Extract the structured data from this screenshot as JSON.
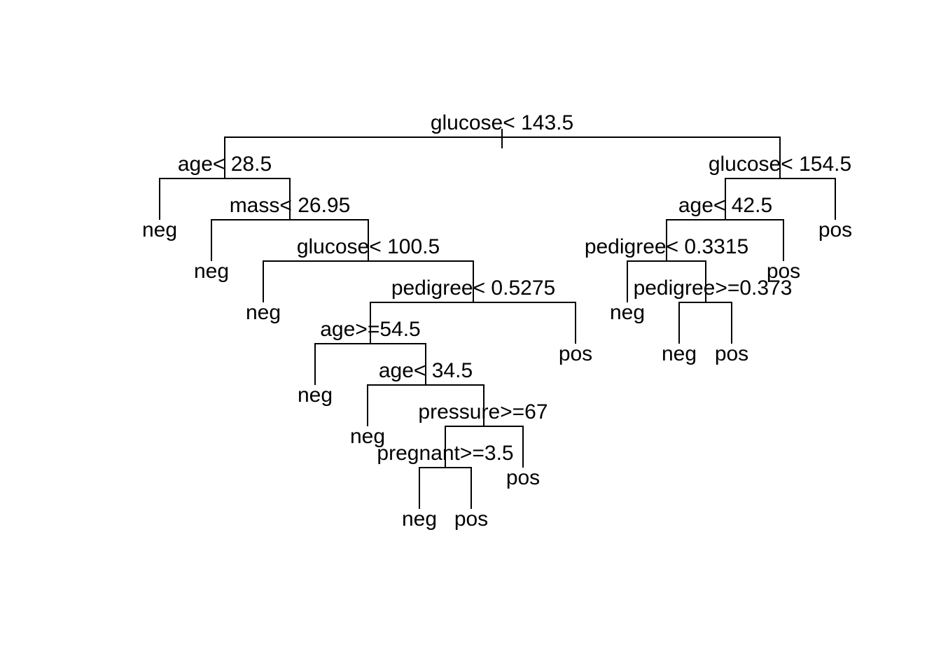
{
  "tree": {
    "colors": {
      "line": "#000000",
      "background": "#ffffff"
    },
    "nodes": [
      {
        "id": "n1",
        "parent": null,
        "split": "glucose< 143.5"
      },
      {
        "id": "n2",
        "parent": "n1",
        "split": "age< 28.5"
      },
      {
        "id": "n3",
        "parent": "n1",
        "split": "glucose< 154.5"
      },
      {
        "id": "n4",
        "parent": "n2",
        "leaf": "neg"
      },
      {
        "id": "n5",
        "parent": "n2",
        "split": "mass< 26.95"
      },
      {
        "id": "n10",
        "parent": "n5",
        "leaf": "neg"
      },
      {
        "id": "n11",
        "parent": "n5",
        "split": "glucose< 100.5"
      },
      {
        "id": "n22",
        "parent": "n11",
        "leaf": "neg"
      },
      {
        "id": "n23",
        "parent": "n11",
        "split": "pedigree< 0.5275"
      },
      {
        "id": "n46",
        "parent": "n23",
        "split": "age>=54.5"
      },
      {
        "id": "n47",
        "parent": "n23",
        "leaf": "pos"
      },
      {
        "id": "n92",
        "parent": "n46",
        "leaf": "neg"
      },
      {
        "id": "n93",
        "parent": "n46",
        "split": "age< 34.5"
      },
      {
        "id": "n186",
        "parent": "n93",
        "leaf": "neg"
      },
      {
        "id": "n187",
        "parent": "n93",
        "split": "pressure>=67"
      },
      {
        "id": "n374",
        "parent": "n187",
        "split": "pregnant>=3.5"
      },
      {
        "id": "n375",
        "parent": "n187",
        "leaf": "pos"
      },
      {
        "id": "n748",
        "parent": "n374",
        "leaf": "neg"
      },
      {
        "id": "n749",
        "parent": "n374",
        "leaf": "pos"
      },
      {
        "id": "n6",
        "parent": "n3",
        "split": "age< 42.5"
      },
      {
        "id": "n7",
        "parent": "n3",
        "leaf": "pos"
      },
      {
        "id": "n12",
        "parent": "n6",
        "split": "pedigree< 0.3315"
      },
      {
        "id": "n13",
        "parent": "n6",
        "leaf": "pos"
      },
      {
        "id": "n24",
        "parent": "n12",
        "leaf": "neg"
      },
      {
        "id": "n25",
        "parent": "n12",
        "split": "pedigree>=0.373"
      },
      {
        "id": "n50",
        "parent": "n25",
        "leaf": "neg"
      },
      {
        "id": "n51",
        "parent": "n25",
        "leaf": "pos"
      }
    ]
  }
}
